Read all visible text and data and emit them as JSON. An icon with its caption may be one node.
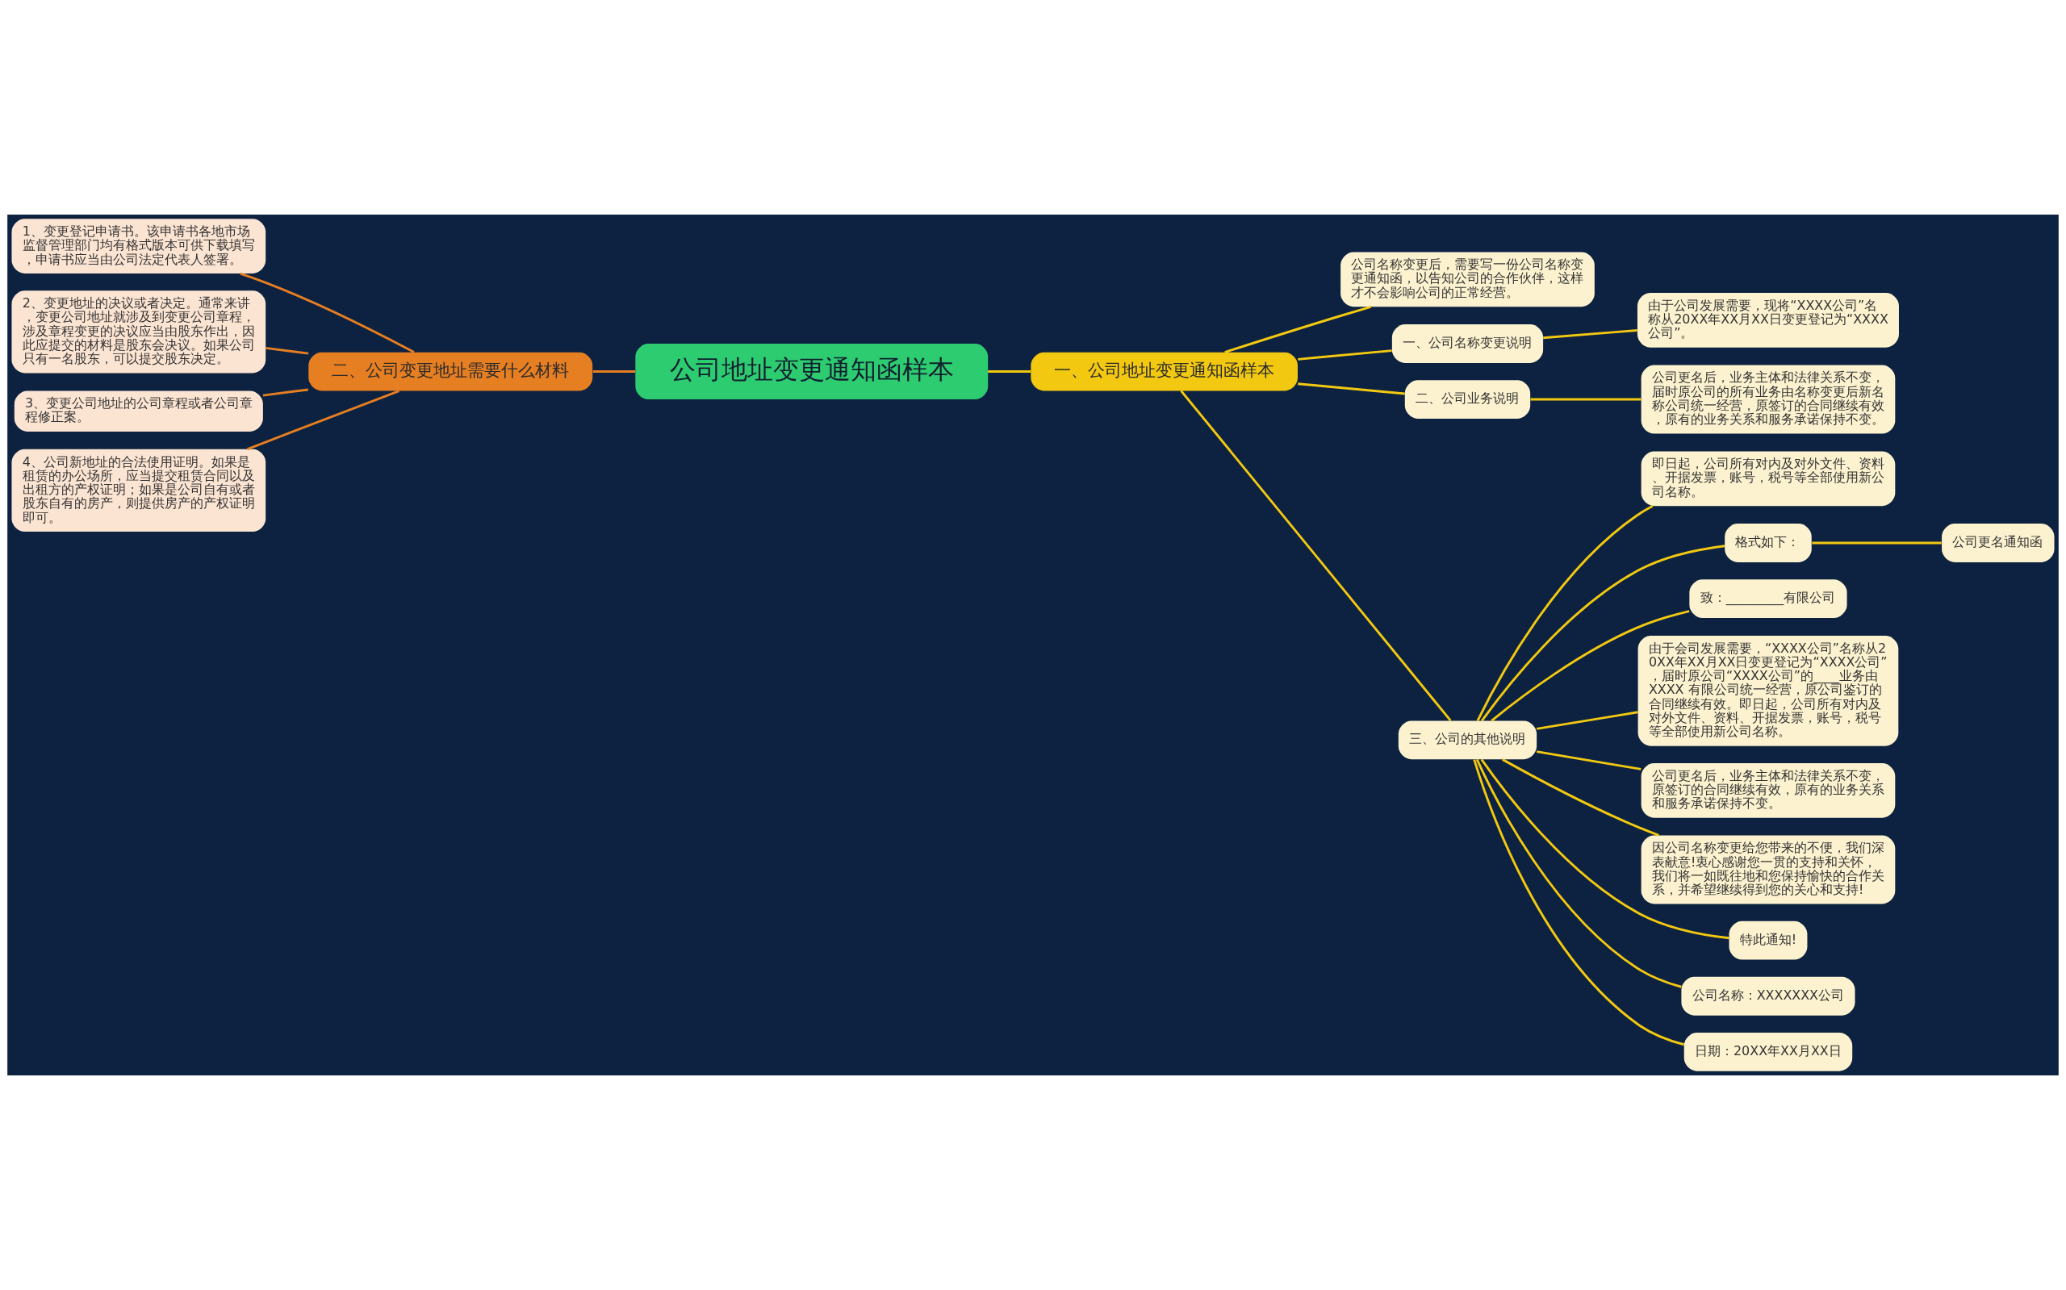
{
  "diagram": {
    "nodes": [
      {
        "text": [
          "公司地址变更通知函样本"
        ]
      },
      {
        "text": [
          "一、公司地址变更通知函样本"
        ]
      },
      {
        "text": [
          "公司名称变更后，需要写一份公司名称变更通知函，以告知公司的合作伙伴，这样才不会影响公司的正常经营。"
        ]
      },
      {
        "text": [
          "一、公司名称变更说明"
        ]
      },
      {
        "text": [
          "由于公司发展需要，现将“XXXX公司”名称从20XX年XX月XX日变更登记为“XXXX公司”。"
        ]
      },
      {
        "text": [
          "二、公司业务说明"
        ]
      },
      {
        "text": [
          "公司更名后，业务主体和法律关系不变，届时原公司的所有业务由名称变更后新名称公司统一经营，原签订的合同继续有效，原有的业务关系和服务承诺保持不变。"
        ]
      },
      {
        "text": [
          "三、公司的其他说明"
        ]
      },
      {
        "text": [
          "即日起，公司所有对内及对外文件、资料、开据发票，账号，税号等全部使用新公司名称。"
        ]
      },
      {
        "text": [
          "格式如下："
        ]
      },
      {
        "text": [
          "公司更名通知函"
        ]
      },
      {
        "text": [
          "致：_________有限公司"
        ]
      },
      {
        "text": [
          "由于会司发展需要，“XXXX公司”名称从20XX年XX月XX日变更登记为“XXXX公司”，届时原公司“XXXX公司”的____业务由XXXX 有限公司统一经营，原公司鉴订的合同继续有效。即日起，公司所有对内及对外文件、资料、开据发票，账号，税号等全部使用新公司名称。"
        ]
      },
      {
        "text": [
          "公司更名后，业务主体和法律关系不变，原签订的合同继续有效，原有的业务关系和服务承诺保持不变。"
        ]
      },
      {
        "text": [
          "因公司名称变更给您带来的不便，我们深表献意!衷心感谢您一贯的支持和关怀，我们将一如既往地和您保持愉快的合作关系，并希望继续得到您的关心和支持!"
        ]
      },
      {
        "text": [
          "特此通知!"
        ]
      },
      {
        "text": [
          "公司名称：XXXXXXX公司"
        ]
      },
      {
        "text": [
          "日期：20XX年XX月XX日"
        ]
      },
      {
        "text": [
          "二、公司变更地址需要什么材料"
        ]
      },
      {
        "text": [
          "1、变更登记申请书。该申请书各地市场监督管理部门均有格式版本可供下载填写，申请书应当由公司法定代表人签署。"
        ]
      },
      {
        "text": [
          "2、变更地址的决议或者决定。通常来讲，变更公司地址就涉及到变更公司章程，涉及章程变更的决议应当由股东作出，因此应提交的材料是股东会决议。如果公司只有一名股东，可以提交股东决定。"
        ]
      },
      {
        "text": [
          "3、变更公司地址的公司章程或者公司章程修正案。"
        ]
      },
      {
        "text": [
          "4、公司新地址的合法使用证明。如果是租赁的办公场所，应当提交租赁合同以及出租方的产权证明；如果是公司自有或者股东自有的房产，则提供房产的产权证明即可。"
        ]
      }
    ],
    "edges": [
      {
        "from": 0,
        "to": 1,
        "arrow": "none"
      },
      {
        "from": 1,
        "to": 2,
        "arrow": "none"
      },
      {
        "from": 1,
        "to": 3,
        "arrow": "none"
      },
      {
        "from": 3,
        "to": 4,
        "arrow": "none"
      },
      {
        "from": 1,
        "to": 5,
        "arrow": "none"
      },
      {
        "from": 5,
        "to": 6,
        "arrow": "none"
      },
      {
        "from": 1,
        "to": 7,
        "arrow": "none"
      },
      {
        "from": 7,
        "to": 8,
        "arrow": "none"
      },
      {
        "from": 7,
        "to": 9,
        "arrow": "none"
      },
      {
        "from": 9,
        "to": 10,
        "arrow": "none"
      },
      {
        "from": 7,
        "to": 11,
        "arrow": "none"
      },
      {
        "from": 7,
        "to": 12,
        "arrow": "none"
      },
      {
        "from": 7,
        "to": 13,
        "arrow": "none"
      },
      {
        "from": 7,
        "to": 14,
        "arrow": "none"
      },
      {
        "from": 7,
        "to": 15,
        "arrow": "none"
      },
      {
        "from": 7,
        "to": 16,
        "arrow": "none"
      },
      {
        "from": 7,
        "to": 17,
        "arrow": "none"
      },
      {
        "from": 18,
        "to": 0,
        "arrow": "none",
        "color": "#e67e22"
      },
      {
        "from": 19,
        "to": 18,
        "arrow": "none",
        "color": "#e67e22"
      },
      {
        "from": 20,
        "to": 18,
        "arrow": "none",
        "color": "#e67e22"
      },
      {
        "from": 21,
        "to": 18,
        "arrow": "none",
        "color": "#e67e22"
      },
      {
        "from": 22,
        "to": 18,
        "arrow": "none",
        "color": "#e67e22"
      }
    ]
  }
}
